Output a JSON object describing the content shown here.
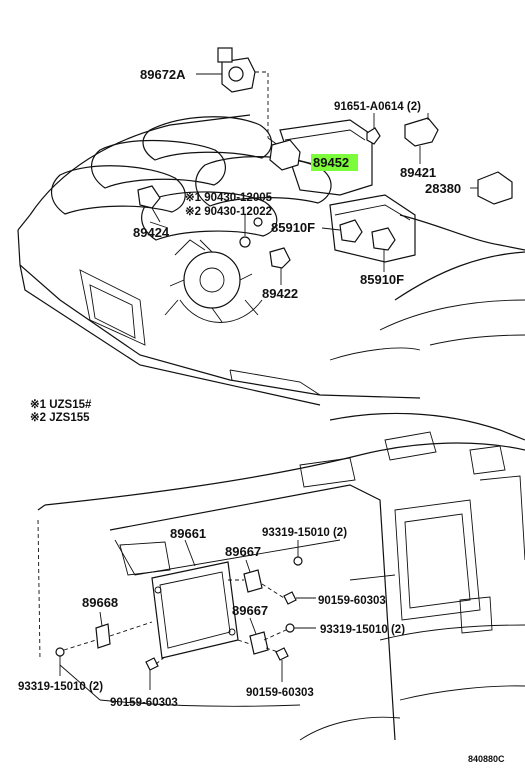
{
  "labels": {
    "p89672a": "89672A",
    "p91651": "91651-A0614 (2)",
    "p89452": "89452",
    "p89421": "89421",
    "p28380": "28380",
    "p90430a": "※1 90430-12005",
    "p90430b": "※2 90430-12022",
    "p89424": "89424",
    "p85910f1": "85910F",
    "p85910f2": "85910F",
    "p89422": "89422",
    "note1": "※1 UZS15#",
    "note2": "※2 JZS155",
    "p89661": "89661",
    "p93319a": "93319-15010 (2)",
    "p89667a": "89667",
    "p90159a": "90159-60303",
    "p89668": "89668",
    "p89667b": "89667",
    "p93319b": "93319-15010 (2)",
    "p93319c": "93319-15010 (2)",
    "p90159b": "90159-60303",
    "p90159c": "90159-60303",
    "code": "840880C"
  },
  "colors": {
    "highlight": "#7CFC3A",
    "line": "#111111",
    "background": "#ffffff"
  }
}
